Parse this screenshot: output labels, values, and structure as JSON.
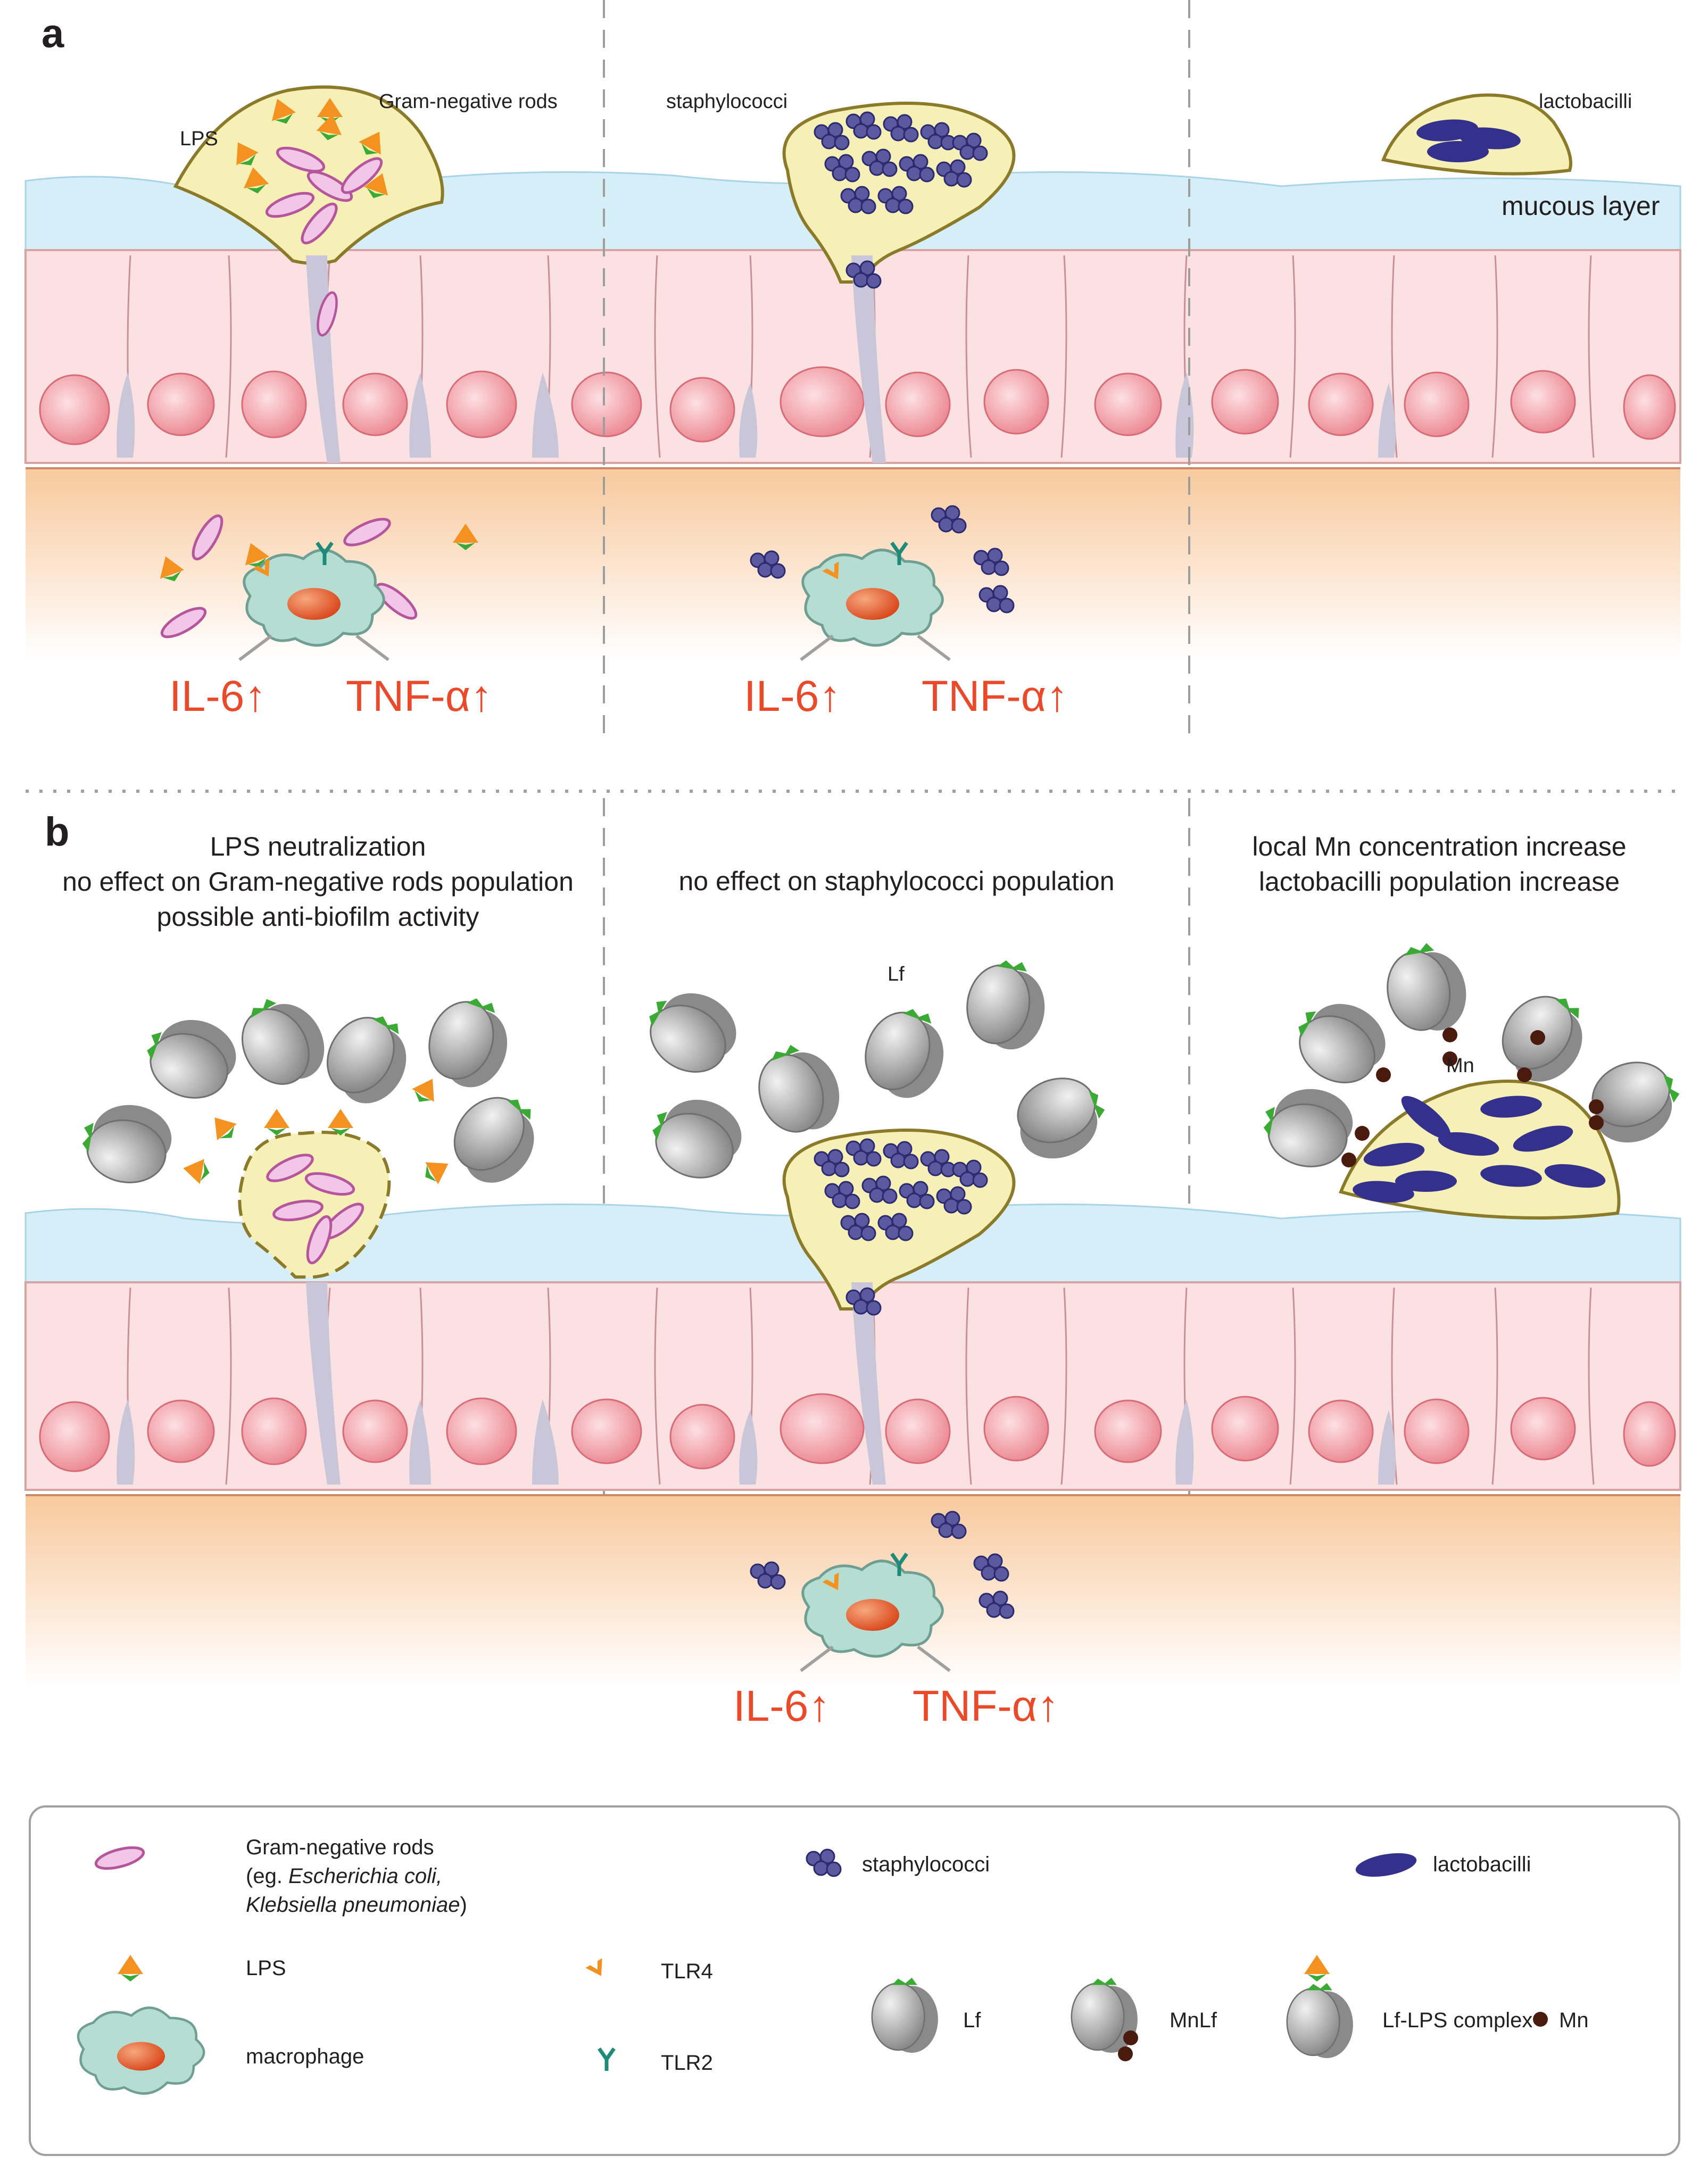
{
  "panels": {
    "a": {
      "label": "a",
      "gram_neg_label": "Gram-negative rods",
      "lps_label": "LPS",
      "staph_label": "staphylococci",
      "lacto_label": "lactobacilli",
      "mucous_label": "mucous layer",
      "cytokines": {
        "il6": "IL-6↑",
        "tnf": "TNF-α↑"
      }
    },
    "b": {
      "label": "b",
      "left_caption": "LPS neutralization\nno effect on Gram-negative rods population\npossible anti-biofilm activity",
      "middle_caption": "no effect on staphylococci population",
      "right_caption": "local Mn concentration increase\nlactobacilli population increase",
      "lf_label": "Lf",
      "mn_label": "Mn",
      "cytokines": {
        "il6": "IL-6↑",
        "tnf": "TNF-α↑"
      }
    }
  },
  "legend": {
    "gram_neg": "Gram-negative rods",
    "gram_neg_eg_prefix": "(eg. ",
    "gram_neg_ecoli": "Escherichia coli,",
    "gram_neg_kleb": "Klebsiella pneumoniae",
    "gram_neg_suffix": ")",
    "staph": "staphylococci",
    "lacto": "lactobacilli",
    "lps": "LPS",
    "tlr4": "TLR4",
    "tlr2": "TLR2",
    "macrophage": "macrophage",
    "lf": "Lf",
    "mnlf": "MnLf",
    "lf_lps": "Lf-LPS complex",
    "mn": "Mn"
  },
  "colors": {
    "rod_fill": "#f1c6e7",
    "rod_stroke": "#b5569c",
    "coccus": "#5b5aa0",
    "lacto": "#34318c",
    "lps_orange": "#f39221",
    "lps_green": "#3aaa35",
    "mucus": "#d6eef8",
    "cell": "#fbe1e1",
    "nucleus": "#ef8a94",
    "tissue": "#fbd9b8",
    "macrophage": "#b6ddd2",
    "macro_nucleus": "#e4541f",
    "cytokine_red": "#ea4a2a",
    "lf_grey": "#9d9d9d",
    "mn_brown": "#4a1a0f",
    "biofilm": "#f6f0b6",
    "biofilm_stroke": "#8a7a2a"
  }
}
